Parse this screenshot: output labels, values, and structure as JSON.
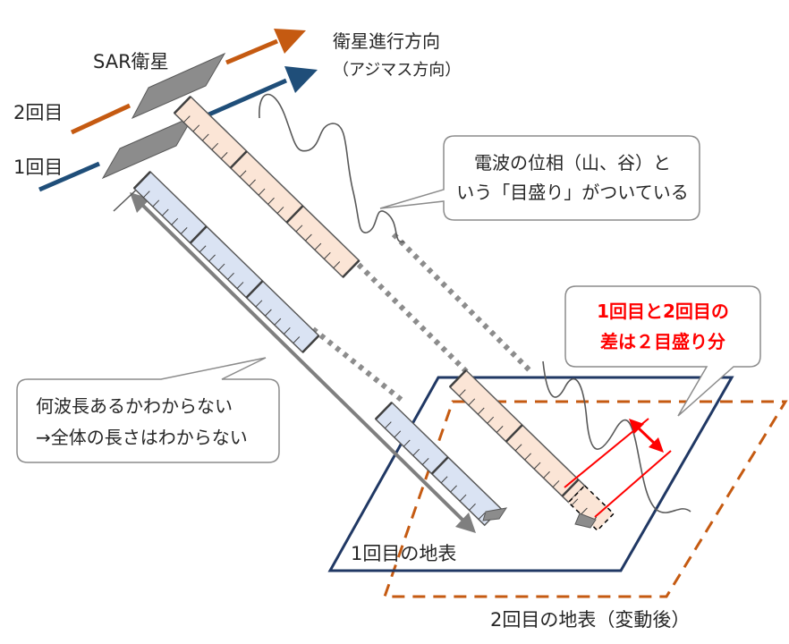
{
  "labels": {
    "sar_satellite": "SAR衛星",
    "pass2": "2回目",
    "pass1": "1回目",
    "direction_line1": "衛星進行方向",
    "direction_line2": "（アジマス方向）",
    "surface1": "1回目の地表",
    "surface2": "2回目の地表（変動後）"
  },
  "callouts": {
    "phase_line1": "電波の位相（山、谷）と",
    "phase_line2": "いう「目盛り」がついている",
    "diff_line1": "1回目と2回目の",
    "diff_line2": "差は２目盛り分",
    "unknown_line1": "何波長あるかわからない",
    "unknown_line2": "→全体の長さはわからない"
  },
  "colors": {
    "pass2_orange": "#C55A11",
    "pass1_blue": "#1F4E79",
    "satellite_gray": "#8C8C8C",
    "beam1_fill": "#DAE3F3",
    "beam2_fill": "#FBE5D6",
    "emphasis_red": "#FF0000",
    "ground_navy": "#203864"
  }
}
